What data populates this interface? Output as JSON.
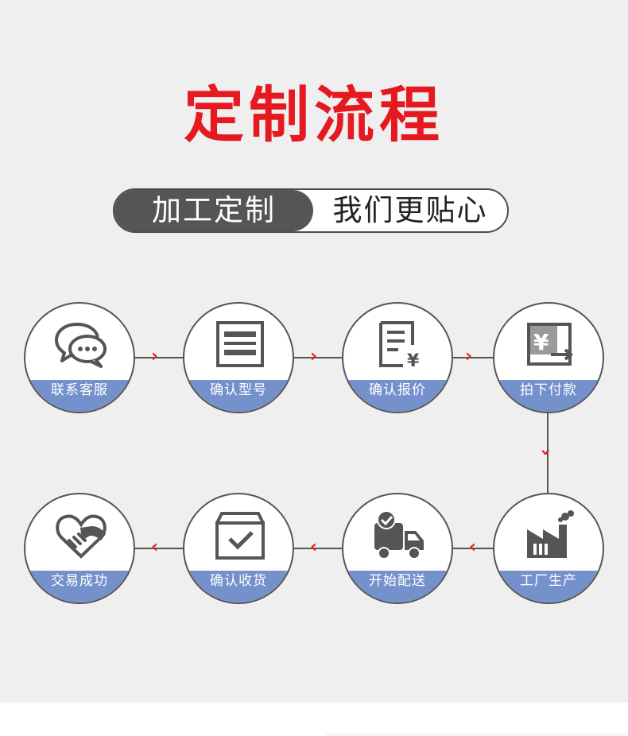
{
  "title": "定制流程",
  "banner": {
    "left": "加工定制",
    "right": "我们更贴心"
  },
  "steps": [
    {
      "label": "联系客服",
      "icon": "chat-bubbles-icon"
    },
    {
      "label": "确认型号",
      "icon": "model-sheet-icon"
    },
    {
      "label": "确认报价",
      "icon": "quote-document-icon"
    },
    {
      "label": "拍下付款",
      "icon": "payment-icon"
    },
    {
      "label": "工厂生产",
      "icon": "factory-icon"
    },
    {
      "label": "开始配送",
      "icon": "delivery-truck-icon"
    },
    {
      "label": "确认收货",
      "icon": "received-box-icon"
    },
    {
      "label": "交易成功",
      "icon": "handshake-heart-icon"
    }
  ],
  "colors": {
    "accent": "#e5191f",
    "label_band": "#7591cc",
    "outline": "#555555",
    "background": "#efefef"
  }
}
